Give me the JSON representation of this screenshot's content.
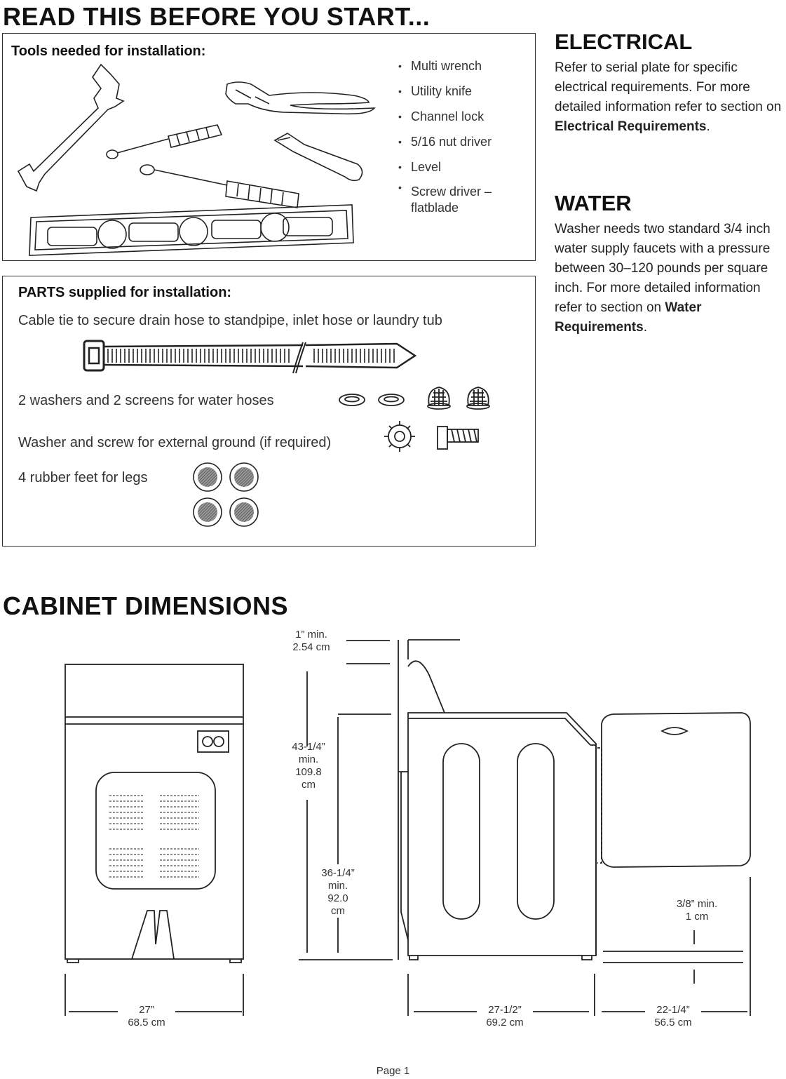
{
  "header": {
    "title": "READ THIS BEFORE YOU START..."
  },
  "tools": {
    "title": "Tools needed for installation:",
    "items": [
      "Multi wrench",
      "Utility knife",
      "Channel lock",
      "5/16 nut driver",
      "Level",
      "Screw driver – flatblade"
    ]
  },
  "parts": {
    "title": "PARTS supplied for installation:",
    "cable_tie": "Cable tie to secure drain hose to standpipe, inlet hose or laundry tub",
    "washers_screens": "2 washers and 2 screens for water hoses",
    "ground": "Washer and screw for external ground (if required)",
    "feet": "4 rubber feet for legs"
  },
  "electrical": {
    "heading": "ELECTRICAL",
    "text": "Refer to serial plate for specific electrical requirements.  For more detailed information refer to section on",
    "link": "Electrical Requirements",
    "end": "."
  },
  "water": {
    "heading": "WATER",
    "text": "Washer needs two standard 3/4 inch water supply faucets with a pressure between 30–120 pounds per square inch. For more detailed information refer to section on",
    "link": "Water Requirements",
    "end": "."
  },
  "cabinet": {
    "heading": "CABINET DIMENSIONS",
    "clearance_top": [
      "1” min.",
      "2.54 cm"
    ],
    "height_lid_open": [
      "43-1/4”",
      "min.",
      "109.8",
      "cm"
    ],
    "height": [
      "36-1/4”",
      "min.",
      "92.0",
      "cm"
    ],
    "clearance_side": [
      "3/8” min.",
      "1 cm"
    ],
    "width": [
      "27”",
      "68.5 cm"
    ],
    "depth": [
      "27-1/2”",
      "69.2 cm"
    ],
    "lid_depth": [
      "22-1/4”",
      "56.5 cm"
    ]
  },
  "footer": {
    "page": "Page 1"
  }
}
